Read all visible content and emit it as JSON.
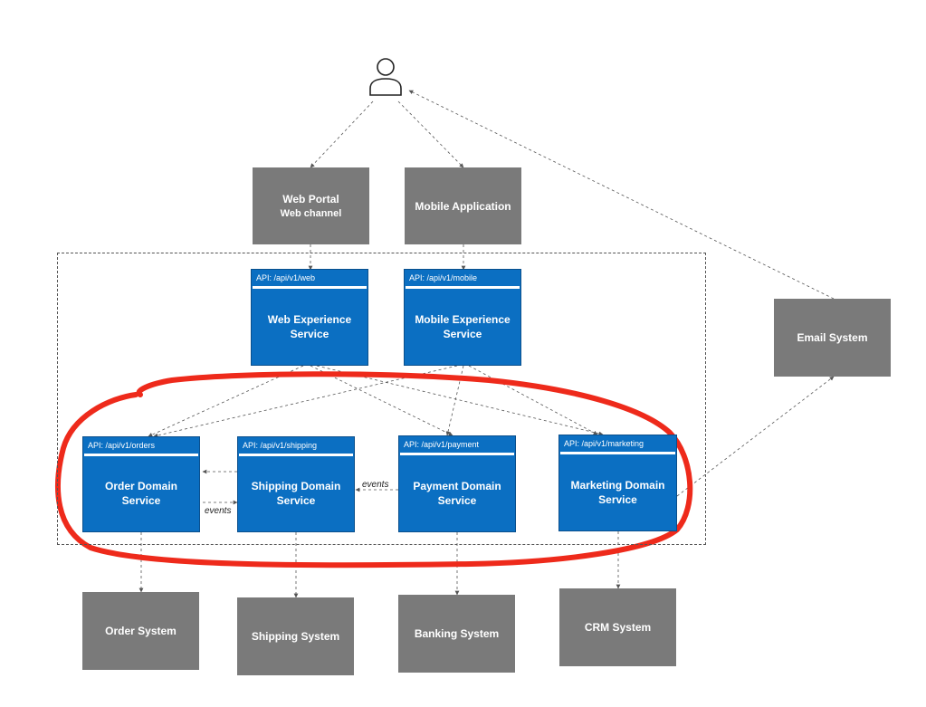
{
  "actor": {
    "icon": "person-icon"
  },
  "channels": {
    "web_portal": {
      "title": "Web Portal",
      "subtitle": "Web channel"
    },
    "mobile_app": {
      "title": "Mobile Application"
    }
  },
  "experience_services": {
    "web": {
      "api": "API: /api/v1/web",
      "name": "Web Experience Service"
    },
    "mobile": {
      "api": "API: /api/v1/mobile",
      "name": "Mobile Experience Service"
    }
  },
  "domain_services": {
    "order": {
      "api": "API: /api/v1/orders",
      "name": "Order Domain Service"
    },
    "shipping": {
      "api": "API: /api/v1/shipping",
      "name": "Shipping Domain Service"
    },
    "payment": {
      "api": "API: /api/v1/payment",
      "name": "Payment Domain Service"
    },
    "marketing": {
      "api": "API: /api/v1/marketing",
      "name": "Marketing Domain Service"
    }
  },
  "external_systems": {
    "order": "Order System",
    "shipping": "Shipping System",
    "banking": "Banking System",
    "crm": "CRM System",
    "email": "Email System"
  },
  "event_labels": {
    "shipping_to_order": "events",
    "payment_to_shipping": "events"
  },
  "colors": {
    "service_blue": "#0b6fc2",
    "external_gray": "#7a7a7a",
    "highlight_red": "#ee2a1b",
    "connector": "#555555"
  }
}
